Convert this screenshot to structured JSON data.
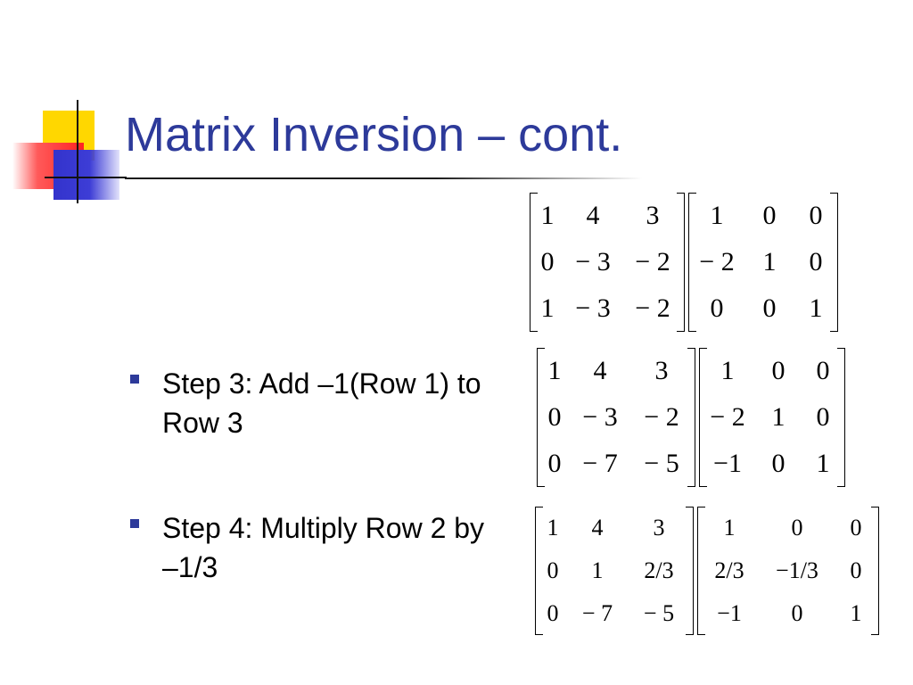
{
  "slide": {
    "title": "Matrix Inversion – cont."
  },
  "bullets": [
    {
      "text": "Step 3: Add –1(Row 1) to Row 3"
    },
    {
      "text": "Step 4: Multiply Row 2 by –1/3"
    }
  ],
  "matrices": [
    {
      "left": [
        [
          "1",
          "4",
          "3"
        ],
        [
          "0",
          "− 3",
          "− 2"
        ],
        [
          "1",
          "− 3",
          "− 2"
        ]
      ],
      "right": [
        [
          "1",
          "0",
          "0"
        ],
        [
          "− 2",
          "1",
          "0"
        ],
        [
          "0",
          "0",
          "1"
        ]
      ]
    },
    {
      "left": [
        [
          "1",
          "4",
          "3"
        ],
        [
          "0",
          "− 3",
          "− 2"
        ],
        [
          "0",
          "− 7",
          "− 5"
        ]
      ],
      "right": [
        [
          "1",
          "0",
          "0"
        ],
        [
          "− 2",
          "1",
          "0"
        ],
        [
          "−1",
          "0",
          "1"
        ]
      ]
    },
    {
      "left": [
        [
          "1",
          "4",
          "3"
        ],
        [
          "0",
          "1",
          "2/3"
        ],
        [
          "0",
          "− 7",
          "− 5"
        ]
      ],
      "right": [
        [
          "1",
          "0",
          "0"
        ],
        [
          "2/3",
          "−1/3",
          "0"
        ],
        [
          "−1",
          "0",
          "1"
        ]
      ]
    }
  ]
}
